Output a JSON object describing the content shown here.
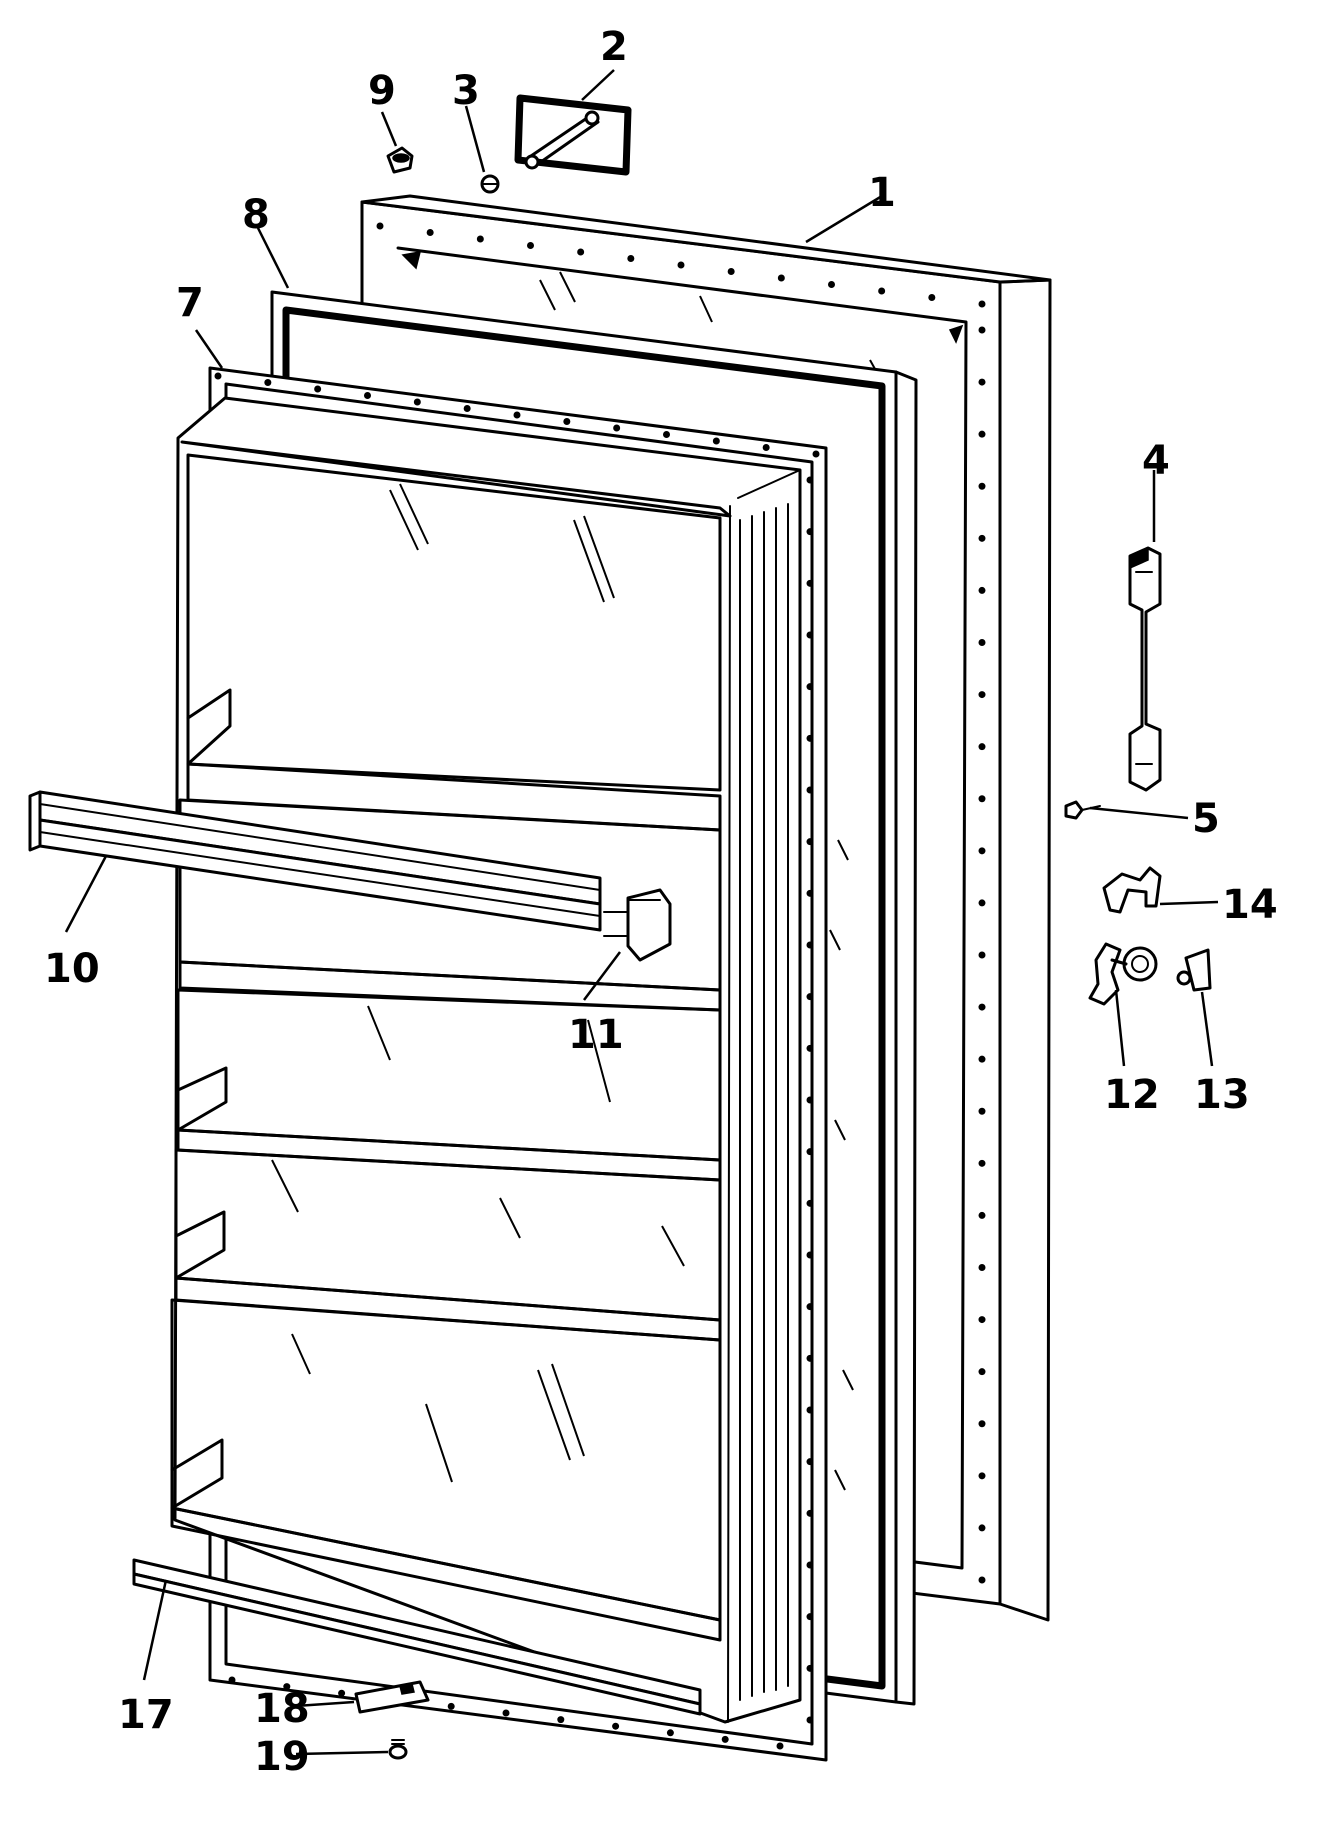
{
  "callouts": [
    {
      "id": "c1",
      "label": "1"
    },
    {
      "id": "c2",
      "label": "2"
    },
    {
      "id": "c3",
      "label": "3"
    },
    {
      "id": "c4",
      "label": "4"
    },
    {
      "id": "c5",
      "label": "5"
    },
    {
      "id": "c7",
      "label": "7"
    },
    {
      "id": "c8",
      "label": "8"
    },
    {
      "id": "c9",
      "label": "9"
    },
    {
      "id": "c10",
      "label": "10"
    },
    {
      "id": "c11",
      "label": "11"
    },
    {
      "id": "c12",
      "label": "12"
    },
    {
      "id": "c13",
      "label": "13"
    },
    {
      "id": "c14",
      "label": "14"
    },
    {
      "id": "c17",
      "label": "17"
    },
    {
      "id": "c18",
      "label": "18"
    },
    {
      "id": "c19",
      "label": "19"
    }
  ],
  "colors": {
    "ink": "#000000",
    "paper": "#ffffff"
  }
}
